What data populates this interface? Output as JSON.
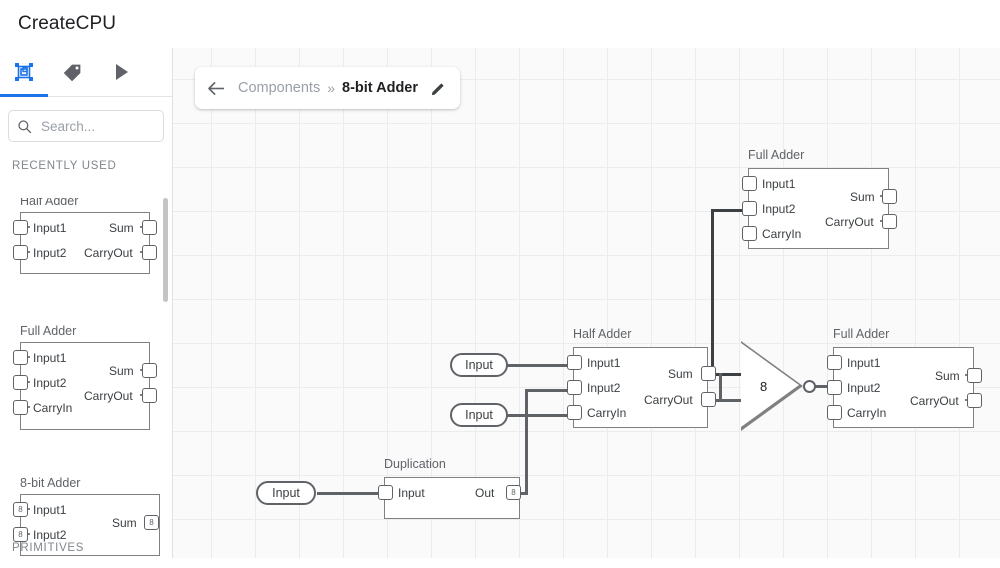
{
  "app": {
    "title": "CreateCPU"
  },
  "sidebar": {
    "tabs": [
      {
        "name": "components-tab",
        "icon": "component-icon",
        "active": true
      },
      {
        "name": "tags-tab",
        "icon": "tag-icon",
        "active": false
      },
      {
        "name": "run-tab",
        "icon": "play-icon",
        "active": false
      }
    ],
    "search": {
      "placeholder": "Search...",
      "value": "",
      "icon": "search-icon"
    },
    "sections": [
      {
        "label": "RECENTLY USED"
      },
      {
        "label": "PRIMITIVES"
      }
    ],
    "palette_items": [
      {
        "name": "Half Adder",
        "inputs": [
          {
            "label": "Input1",
            "bus": ""
          },
          {
            "label": "Input2",
            "bus": ""
          }
        ],
        "outputs": [
          {
            "label": "Sum",
            "bus": ""
          },
          {
            "label": "CarryOut",
            "bus": ""
          }
        ]
      },
      {
        "name": "Full Adder",
        "inputs": [
          {
            "label": "Input1",
            "bus": ""
          },
          {
            "label": "Input2",
            "bus": ""
          },
          {
            "label": "CarryIn",
            "bus": ""
          }
        ],
        "outputs": [
          {
            "label": "Sum",
            "bus": ""
          },
          {
            "label": "CarryOut",
            "bus": ""
          }
        ]
      },
      {
        "name": "8-bit Adder",
        "inputs": [
          {
            "label": "Input1",
            "bus": "8"
          },
          {
            "label": "Input2",
            "bus": "8"
          }
        ],
        "outputs": [
          {
            "label": "Sum",
            "bus": "8"
          }
        ]
      }
    ]
  },
  "breadcrumb": {
    "back_icon": "back-arrow-icon",
    "parent": "Components",
    "separator": "»",
    "current": "8-bit Adder",
    "edit_icon": "pencil-icon"
  },
  "canvas": {
    "nodes": [
      {
        "id": "full-adder-top",
        "title": "Full Adder",
        "inputs": [
          {
            "label": "Input1"
          },
          {
            "label": "Input2"
          },
          {
            "label": "CarryIn"
          }
        ],
        "outputs": [
          {
            "label": "Sum"
          },
          {
            "label": "CarryOut"
          }
        ]
      },
      {
        "id": "half-adder-center",
        "title": "Half Adder",
        "inputs": [
          {
            "label": "Input1"
          },
          {
            "label": "Input2"
          },
          {
            "label": "CarryIn"
          }
        ],
        "outputs": [
          {
            "label": "Sum"
          },
          {
            "label": "CarryOut"
          }
        ]
      },
      {
        "id": "full-adder-right",
        "title": "Full Adder",
        "inputs": [
          {
            "label": "Input1"
          },
          {
            "label": "Input2"
          },
          {
            "label": "CarryIn"
          }
        ],
        "outputs": [
          {
            "label": "Sum"
          },
          {
            "label": "CarryOut"
          }
        ]
      },
      {
        "id": "duplication",
        "title": "Duplication",
        "inputs": [
          {
            "label": "Input"
          }
        ],
        "outputs": [
          {
            "label": "Out",
            "bus": "8"
          }
        ]
      }
    ],
    "io_pills": [
      {
        "id": "input-pill-1",
        "label": "Input"
      },
      {
        "id": "input-pill-2",
        "label": "Input"
      },
      {
        "id": "input-pill-3",
        "label": "Input"
      }
    ],
    "buffer_gate": {
      "id": "buffer-gate",
      "label": "8"
    }
  },
  "colors": {
    "accent": "#1a73e8",
    "canvas_bg": "#fafafa",
    "grid": "#ececec",
    "node_border": "#808080",
    "wire": "#5f6368",
    "text": "#202124",
    "muted": "#80868b"
  }
}
